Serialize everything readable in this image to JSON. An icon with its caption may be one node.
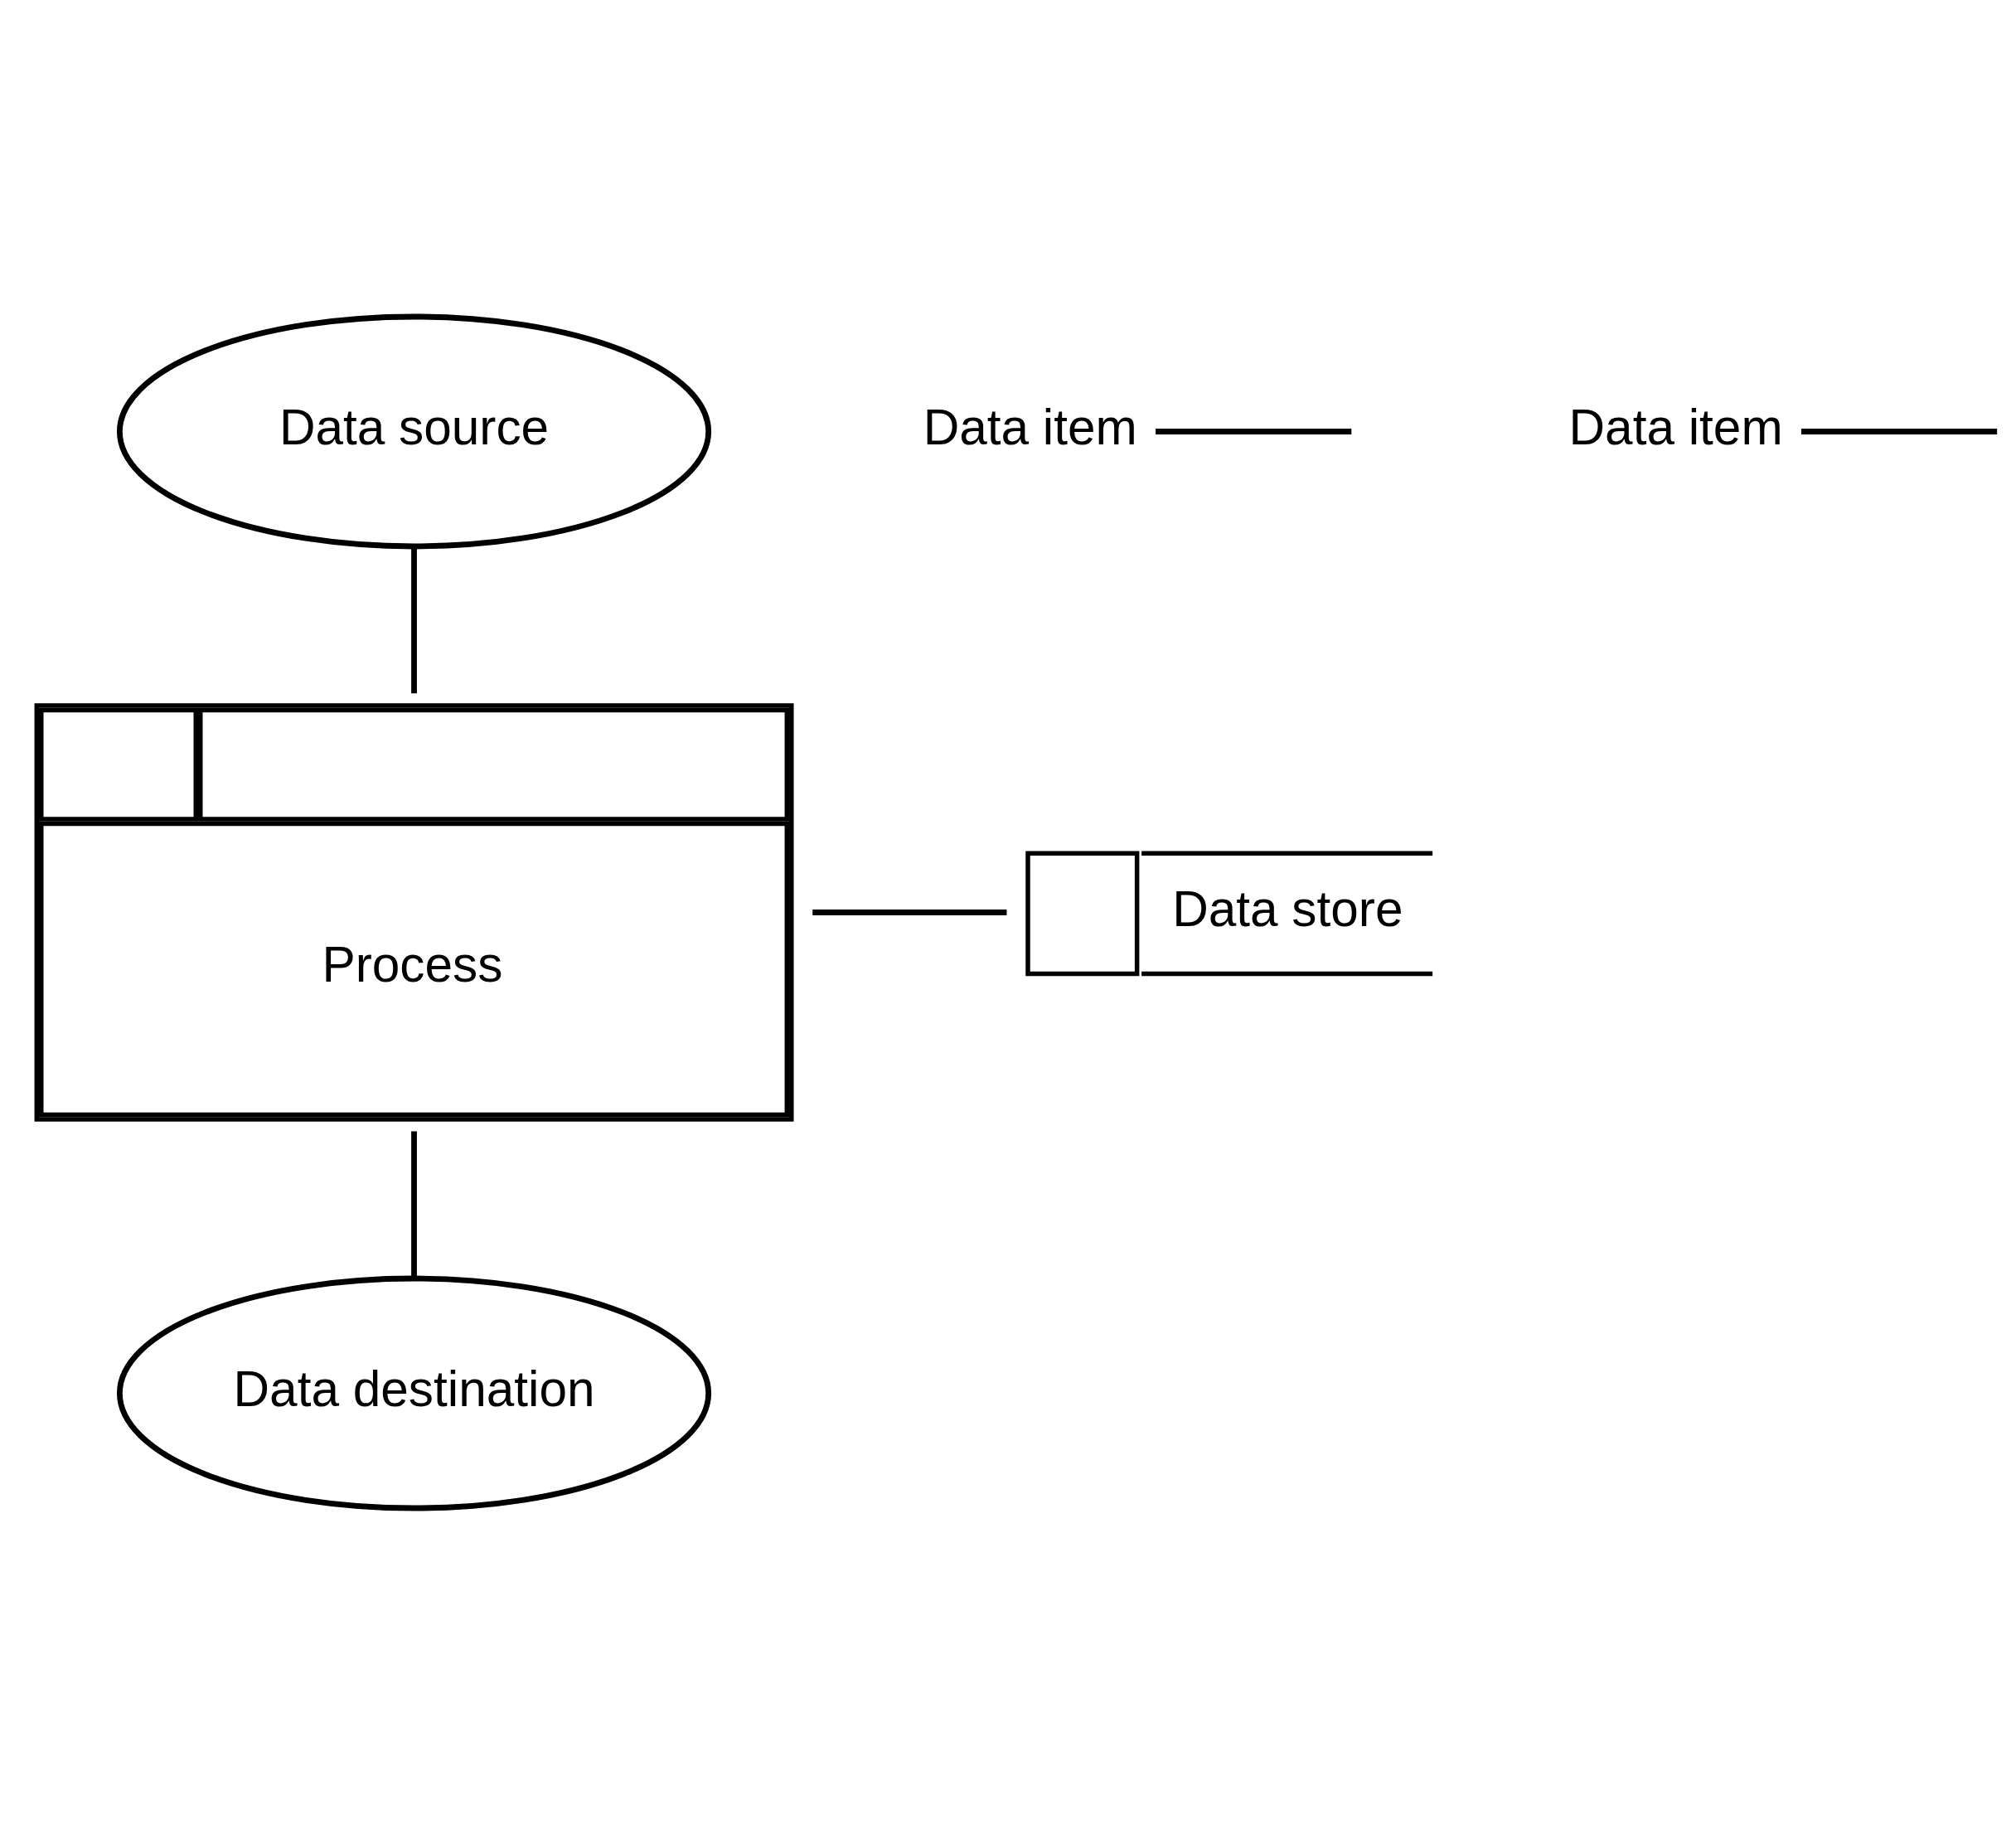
{
  "diagram": {
    "nodes": [
      {
        "text": [
          "Data source"
        ]
      },
      {
        "text": [
          "Data item"
        ]
      },
      {
        "text": [
          "Process"
        ]
      },
      {
        "text": [
          "Data store"
        ]
      },
      {
        "text": [
          "Data item"
        ]
      },
      {
        "text": [
          "Data destination"
        ]
      }
    ],
    "edges": [
      {
        "from": 0,
        "to": 2,
        "arrow": "none"
      },
      {
        "from": 2,
        "to": 3,
        "arrow": "none"
      },
      {
        "from": 2,
        "to": 5,
        "arrow": "none"
      },
      {
        "from": 1,
        "to": null,
        "arrow": "none"
      },
      {
        "from": 4,
        "to": null,
        "arrow": "none"
      }
    ]
  }
}
